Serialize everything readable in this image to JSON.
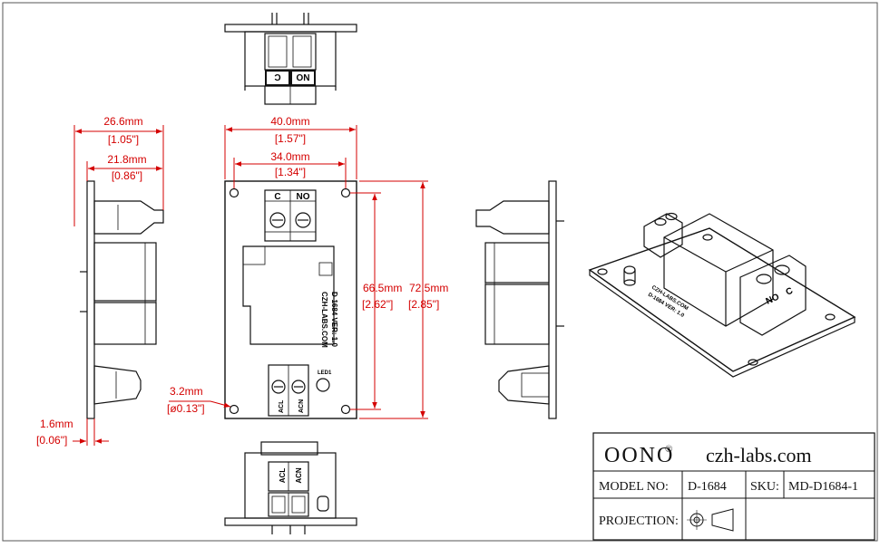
{
  "dimensions": {
    "overall_width_mm": "26.6mm",
    "overall_width_in": "[1.05\"]",
    "depth_mm": "21.8mm",
    "depth_in": "[0.86\"]",
    "board_width_mm": "40.0mm",
    "board_width_in": "[1.57\"]",
    "hole_spacing_x_mm": "34.0mm",
    "hole_spacing_x_in": "[1.34\"]",
    "hole_spacing_y_mm": "66.5mm",
    "hole_spacing_y_in": "[2.62\"]",
    "board_height_mm": "72.5mm",
    "board_height_in": "[2.85\"]",
    "hole_dia_mm": "3.2mm",
    "hole_dia_in": "[ø0.13\"]",
    "pcb_thickness_mm": "1.6mm",
    "pcb_thickness_in": "[0.06\"]"
  },
  "board": {
    "terminal_top_left": "C",
    "terminal_top_right": "NO",
    "silk_line1": "CZH-LABS.COM",
    "silk_line2": "D-1684  VER: 1.0",
    "led_label": "LED1",
    "terminal_bottom_left": "ACL",
    "terminal_bottom_right": "ACN"
  },
  "title_block": {
    "brand": "OONO",
    "brand_mark": "®",
    "website": "czh-labs.com",
    "model_label": "MODEL NO:",
    "model_value": "D-1684",
    "sku_label": "SKU:",
    "sku_value": "MD-D1684-1",
    "projection_label": "PROJECTION:"
  }
}
